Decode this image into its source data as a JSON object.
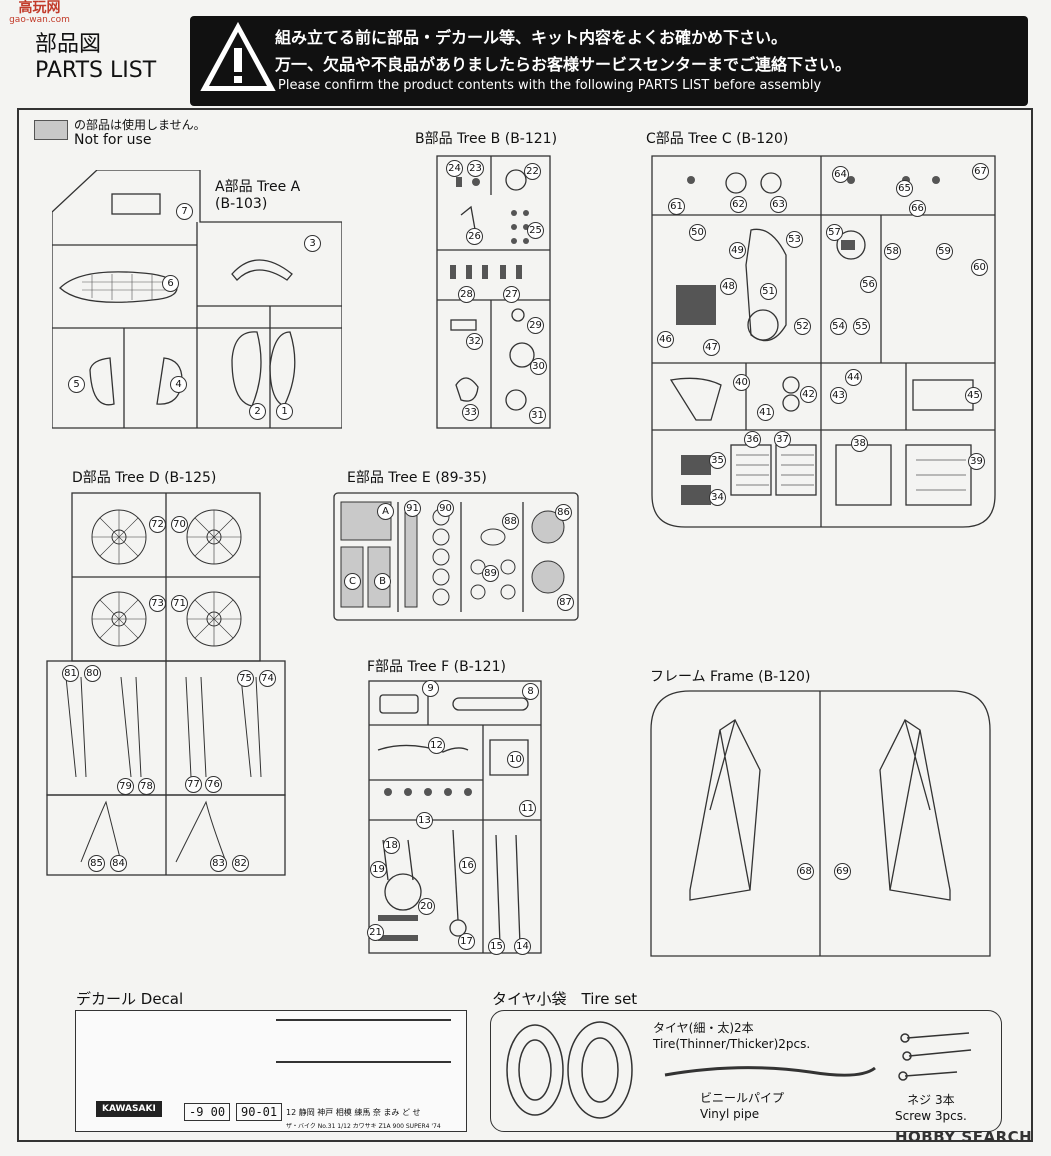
{
  "watermark_top": {
    "line1": "高玩网",
    "line2": "gao-wan.com"
  },
  "header": {
    "title_jp": "部品図",
    "title_en": "PARTS LIST",
    "warning_jp_1": "組み立てる前に部品・デカール等、キット内容をよくお確かめ下さい。",
    "warning_jp_2": "万一、欠品や不良品がありましたらお客様サービスセンターまでご連絡下さい。",
    "warning_en": "Please confirm the product contents with the following PARTS LIST before assembly"
  },
  "legend": {
    "jp": "の部品は使用しません。",
    "en": "Not for use",
    "swatch_color": "#c9c9c9"
  },
  "trees": {
    "A": {
      "label": "A部品 Tree A",
      "code": "(B-103)",
      "parts": [
        "7",
        "3",
        "6",
        "5",
        "4",
        "2",
        "1"
      ]
    },
    "B": {
      "label": "B部品 Tree B",
      "code": "(B-121)",
      "parts": [
        "24",
        "23",
        "22",
        "26",
        "25",
        "28",
        "27",
        "29",
        "32",
        "30",
        "33",
        "31"
      ]
    },
    "C": {
      "label": "C部品 Tree C",
      "code": "(B-120)",
      "parts": [
        "64",
        "65",
        "67",
        "61",
        "62",
        "63",
        "66",
        "50",
        "49",
        "53",
        "57",
        "58",
        "59",
        "60",
        "48",
        "51",
        "56",
        "46",
        "47",
        "52",
        "54",
        "55",
        "40",
        "42",
        "44",
        "45",
        "43",
        "41",
        "36",
        "37",
        "38",
        "35",
        "39",
        "34"
      ]
    },
    "D": {
      "label": "D部品 Tree D",
      "code": "(B-125)",
      "parts": [
        "72",
        "70",
        "73",
        "71",
        "81",
        "80",
        "75",
        "74",
        "79",
        "78",
        "77",
        "76",
        "85",
        "84",
        "83",
        "82"
      ]
    },
    "E": {
      "label": "E部品 Tree E",
      "code": "(89-35)",
      "parts": [
        "A",
        "91",
        "90",
        "88",
        "86",
        "C",
        "B",
        "89",
        "87"
      ]
    },
    "F": {
      "label": "F部品 Tree F",
      "code": "(B-121)",
      "parts": [
        "9",
        "8",
        "12",
        "10",
        "11",
        "13",
        "18",
        "16",
        "19",
        "20",
        "21",
        "17",
        "15",
        "14"
      ]
    },
    "Frame": {
      "label": "フレーム Frame",
      "code": "(B-120)",
      "parts": [
        "68",
        "69"
      ]
    }
  },
  "decal": {
    "label": "デカール Decal",
    "items": [
      "KAWASAKI",
      "-9 00",
      "90-01"
    ],
    "footer": "ザ・バイク No.31 1/12 カワサキ Z1A 900 SUPER4 '74",
    "places": "12 静岡 神戸 相模 練馬 奈 まみ ど せ"
  },
  "tireset": {
    "label": "タイヤ小袋　Tire set",
    "tire_jp": "タイヤ(細・太)2本",
    "tire_en": "Tire(Thinner/Thicker)2pcs.",
    "pipe_jp": "ビニールパイプ",
    "pipe_en": "Vinyl pipe",
    "screw_jp": "ネジ 3本",
    "screw_en": "Screw 3pcs."
  },
  "watermark_bottom": "HOBBY SEARCH",
  "colors": {
    "header_bg": "#111111",
    "paper": "#f4f4f2",
    "unused_gray": "#c9c9c9"
  }
}
